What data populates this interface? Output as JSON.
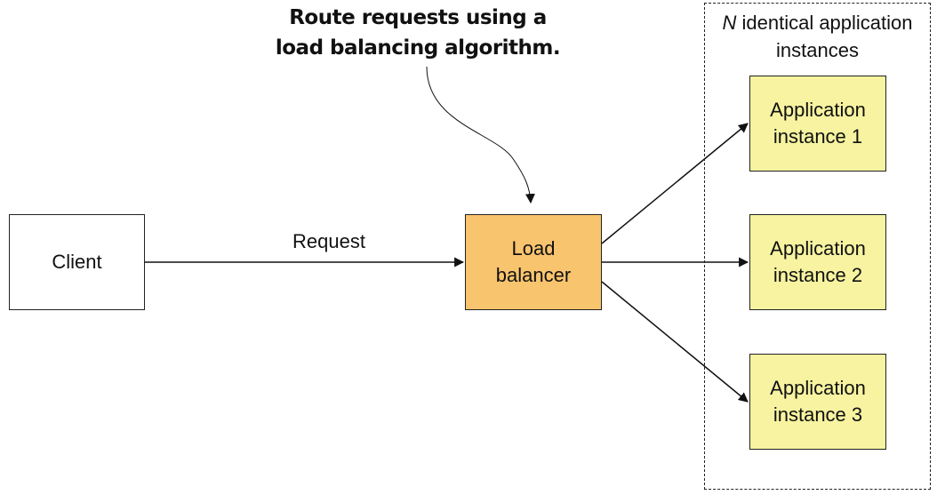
{
  "callout": {
    "line1": "Route requests using a",
    "line2": "load balancing algorithm."
  },
  "client": {
    "label": "Client"
  },
  "request": {
    "label": "Request"
  },
  "load_balancer": {
    "line1": "Load",
    "line2": "balancer"
  },
  "group": {
    "label_n": "N",
    "label_rest": " identical application",
    "label_line2": "instances"
  },
  "instances": [
    {
      "line1": "Application",
      "line2": "instance 1"
    },
    {
      "line1": "Application",
      "line2": "instance 2"
    },
    {
      "line1": "Application",
      "line2": "instance 3"
    }
  ],
  "colors": {
    "load_balancer_fill": "#f9c46e",
    "instance_fill": "#f7f3a0",
    "stroke": "#222222"
  }
}
